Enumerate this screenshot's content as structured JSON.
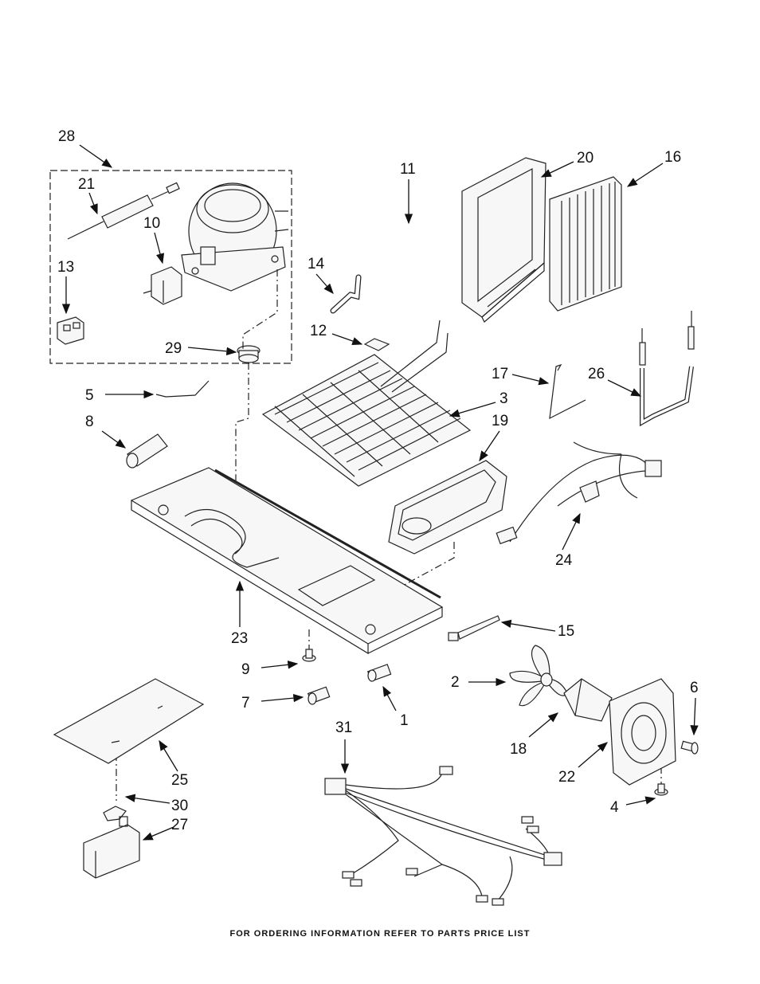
{
  "footer": "FOR ORDERING INFORMATION REFER TO PARTS PRICE LIST",
  "callouts": [
    "28",
    "21",
    "10",
    "13",
    "29",
    "11",
    "20",
    "16",
    "14",
    "12",
    "5",
    "8",
    "3",
    "17",
    "26",
    "19",
    "24",
    "23",
    "15",
    "9",
    "7",
    "1",
    "2",
    "6",
    "18",
    "22",
    "31",
    "25",
    "30",
    "27",
    "4"
  ]
}
